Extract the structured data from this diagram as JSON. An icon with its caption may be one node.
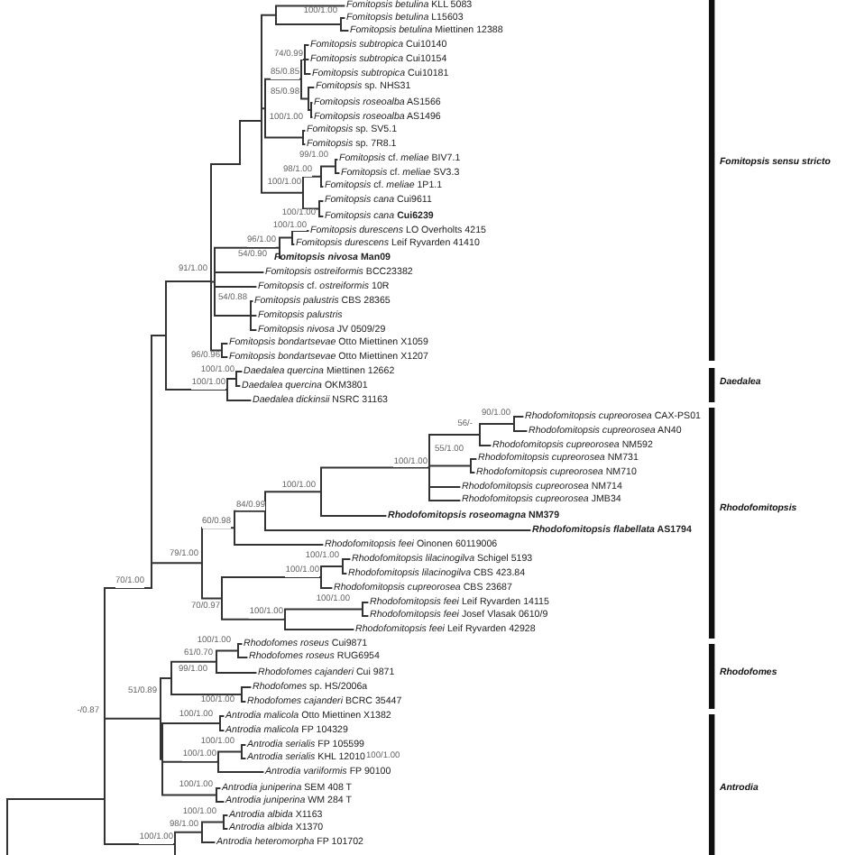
{
  "diagram": {
    "labels": [
      "*Fomitopsis betulina* KLL 5083",
      "100/1.00",
      "*Fomitopsis betulina* L15603",
      "*Fomitopsis betulina* Miettinen 12388",
      "*Fomitopsis subtropica* Cui10140",
      "74/0.99",
      "*Fomitopsis subtropica* Cui10154",
      "*Fomitopsis subtropica* Cui10181",
      "85/0.85",
      "*Fomitopsis* sp. NHS31",
      "85/0.98",
      "*Fomitopsis roseoalba* AS1566",
      "*Fomitopsis roseoalba* AS1496",
      "100/1.00",
      "*Fomitopsis* sp. SV5.1",
      "*Fomitopsis* sp. 7R8.1",
      "99/1.00",
      "*Fomitopsis* cf. *meliae* BIV7.1",
      "Fomitopsis sensu stricto",
      "98/1.00",
      "*Fomitopsis* cf. *meliae* SV3.3",
      "100/1.00",
      "*Fomitopsis* cf. *meliae* 1P1.1",
      "*Fomitopsis cana* Cui9611",
      "100/1.00",
      "*Fomitopsis cana* **Cui6239**",
      "100/1.00",
      "*Fomitopsis durescens* LO Overholts 4215",
      "96/1.00",
      "*Fomitopsis durescens* Leif Ryvarden 41410",
      "54/0.90",
      "*Fomitopsis nivosa* Man09",
      "91/1.00",
      "*Fomitopsis ostreiformis* BCC23382",
      "*Fomitopsis* cf. *ostreiformis* 10R",
      "54/0.88",
      "*Fomitopsis palustris* CBS 28365",
      "Fomitopsis palustris",
      "*Fomitopsis nivosa* JV 0509/29",
      "*Fomitopsis bondartsevae* Otto Miettinen X1059",
      "96/0.96",
      "*Fomitopsis bondartsevae* Otto Miettinen X1207",
      "100/1.00",
      "*Daedalea quercina* Miettinen 12662",
      "100/1.00",
      "*Daedalea quercina* OKM3801",
      "Daedalea",
      "*Daedalea dickinsii* NSRC 31163",
      "90/1.00",
      "*Rhodofomitopsis cupreorosea* CAX-PS01",
      "56/-",
      "*Rhodofomitopsis cupreorosea* AN40",
      "*Rhodofomitopsis cupreorosea* NM592",
      "55/1.00",
      "*Rhodofomitopsis cupreorosea* NM731",
      "*Rhodofomitopsis cupreorosea* NM710",
      "100/1.00",
      "*Rhodofomitopsis cupreorosea* NM714",
      "100/1.00",
      "*Rhodofomitopsis cupreorosea* JMB34",
      "84/0.99",
      "Rhodofomitopsis",
      "*Rhodofomitopsis roseomagna* NM379",
      "60/0.98",
      "*Rhodofomitopsis flabellata* AS1794",
      "*Rhodofomitopsis feei* Oinonen 60119006",
      "79/1.00",
      "100/1.00",
      "*Rhodofomitopsis lilacinogilva* Schigel 5193",
      "100/1.00",
      "*Rhodofomitopsis lilacinogilva* CBS 423.84",
      "70/1.00",
      "*Rhodofomitopsis cupreorosea* CBS 23687",
      "100/1.00",
      "*Rhodofomitopsis feei* Leif Ryvarden 14115",
      "70/0.97",
      "100/1.00",
      "*Rhodofomitopsis feei* Josef Vlasak 0610/9",
      "*Rhodofomitopsis feei* Leif Ryvarden 42928",
      "100/1.00",
      "*Rhodofomes roseus* Cui9871",
      "61/0.70",
      "*Rhodofomes roseus* RUG6954",
      "99/1.00",
      "*Rhodofomes cajanderi* Cui 9871",
      "Rhodofomes",
      "*Rhodofomes* sp. HS/2006a",
      "51/0.89",
      "100/1.00",
      "*Rhodofomes cajanderi* BCRC 35447",
      "-/0.87",
      "100/1.00",
      "*Antrodia malicola* Otto Miettinen X1382",
      "*Antrodia malicola* FP 104329",
      "100/1.00",
      "*Antrodia serialis* FP 105599",
      "100/1.00",
      "*Antrodia serialis* KHL 12010",
      "100/1.00",
      "*Antrodia variiformis* FP 90100",
      "100/1.00",
      "*Antrodia juniperina* SEM 408 T",
      "Antrodia",
      "*Antrodia juniperina* WM 284 T",
      "100/1.00",
      "*Antrodia albida* X1163",
      "98/1.00",
      "*Antrodia albida* X1370",
      "100/1.00",
      "*Antrodia heteromorpha* FP 101702"
    ]
  }
}
